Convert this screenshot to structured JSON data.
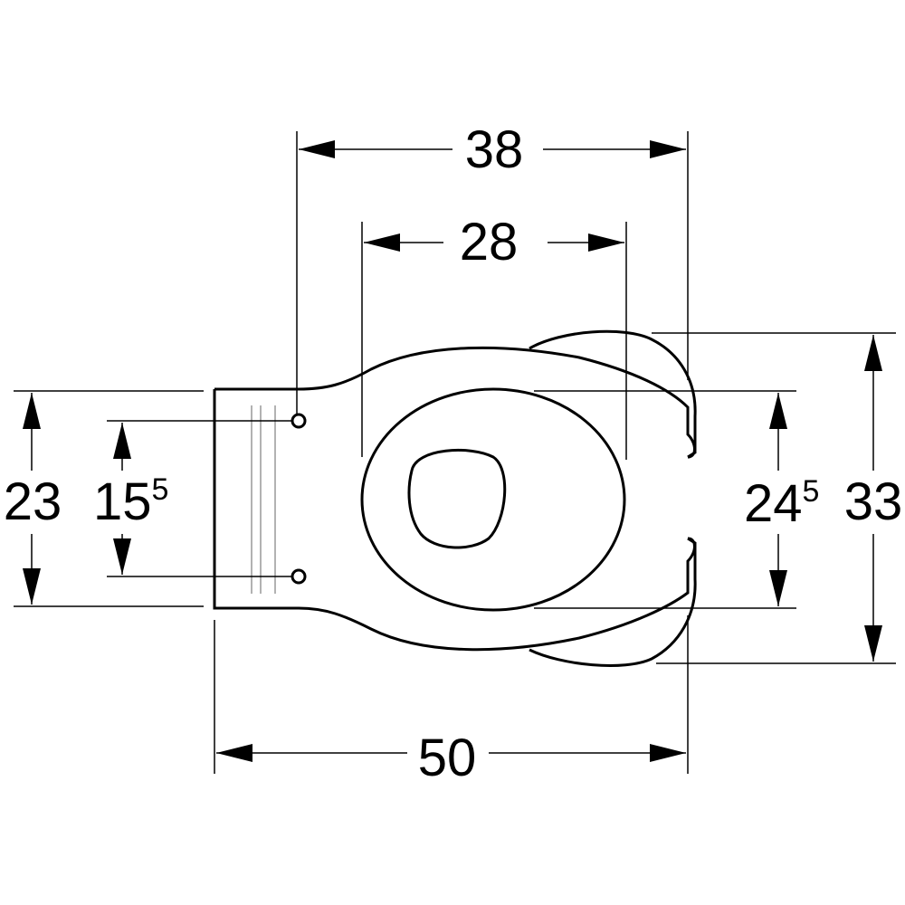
{
  "dimensions": {
    "overall_width_top": "38",
    "seat_width": "28",
    "overall_length": "50",
    "mount_plate_height": "23",
    "bolt_spacing": "15",
    "bolt_spacing_sup": "5",
    "seat_depth": "24",
    "seat_depth_sup": "5",
    "overall_depth": "33"
  }
}
